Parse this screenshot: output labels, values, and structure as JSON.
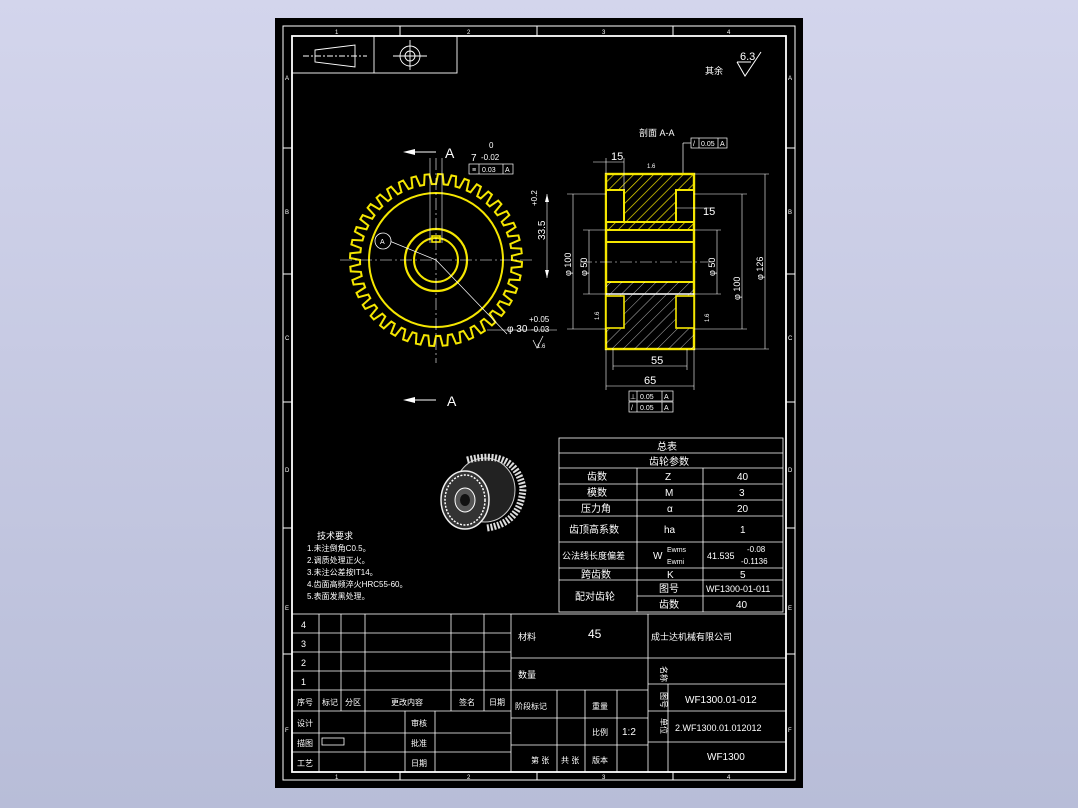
{
  "border": {
    "cols": [
      "1",
      "2",
      "3",
      "4"
    ],
    "rows": [
      "A",
      "B",
      "C",
      "D",
      "E",
      "F"
    ]
  },
  "corner": {
    "label": "其余",
    "roughness": "6.3"
  },
  "section": {
    "title": "剖面 A-A",
    "tol_top": "0.05",
    "tol_ref": "A",
    "dims": [
      "15",
      "15",
      "55",
      "65"
    ],
    "dias": [
      "φ 100",
      "φ 50",
      "φ 50",
      "φ 100",
      "φ 126"
    ],
    "rough": [
      "1.6",
      "1.6",
      "1.6"
    ],
    "bottom_tols": [
      {
        "sym": "⊥",
        "val": "0.05",
        "ref": "A"
      },
      {
        "sym": "/",
        "val": "0.05",
        "ref": "A"
      }
    ]
  },
  "gear_view": {
    "section_letter": "A",
    "keyway_dim": "7",
    "keyway_dev_up": "0",
    "keyway_dev_low": "-0.02",
    "sym_tol_val": "0.03",
    "sym_tol_ref": "A",
    "depth_dim": "33.5",
    "depth_dev": "+0.2",
    "datum": "A",
    "bore_dim": "φ 30",
    "bore_dev_up": "+0.05",
    "bore_dev_low": "-0.03",
    "bore_rough": "1.6"
  },
  "params": {
    "title": "总表",
    "subtitle": "齿轮参数",
    "rows": [
      {
        "label": "齿数",
        "sym": "Z",
        "val": "40"
      },
      {
        "label": "模数",
        "sym": "M",
        "val": "3"
      },
      {
        "label": "压力角",
        "sym": "α",
        "val": "20"
      },
      {
        "label": "齿顶高系数",
        "sym": "ha",
        "val": "1"
      },
      {
        "label": "公法线长度偏差",
        "sym": "W",
        "sym_up": "Ewms",
        "sym_low": "Ewmi",
        "val": "41.535",
        "val_up": "-0.08",
        "val_low": "-0.1136"
      },
      {
        "label": "跨齿数",
        "sym": "K",
        "val": "5"
      }
    ],
    "mating_label": "配对齿轮",
    "mating_rows": [
      {
        "label": "图号",
        "val": "WF1300-01-011"
      },
      {
        "label": "齿数",
        "val": "40"
      }
    ]
  },
  "notes": {
    "title": "技术要求",
    "items": [
      "1.未注倒角C0.5。",
      "2.调质处理正火。",
      "3.未注公差按IT14。",
      "4.齿面高频淬火HRC55-60。",
      "5.表面发黑处理。"
    ]
  },
  "title_block": {
    "rev_rows": [
      "4",
      "3",
      "2",
      "1"
    ],
    "headers": [
      "序号",
      "标记",
      "分区",
      "更改内容",
      "签名",
      "日期"
    ],
    "sign_labels": [
      "设计",
      "描图",
      "工艺"
    ],
    "sign_labels2": [
      "审核",
      "批准",
      "日期"
    ],
    "material_label": "材料",
    "material": "45",
    "quantity_label": "数量",
    "company": "成士达机械有限公司",
    "stage_label": "阶段标记",
    "weight_label": "重量",
    "scale_label": "比例",
    "scale": "1:2",
    "sheet_labels": [
      "第 张",
      "共 张"
    ],
    "version_label": "版本",
    "drawing_no": "WF1300.01-012",
    "file_no": "2.WF1300.01.012012",
    "product": "WF1300",
    "right_labels": [
      "名称",
      "图号",
      "单位"
    ]
  }
}
